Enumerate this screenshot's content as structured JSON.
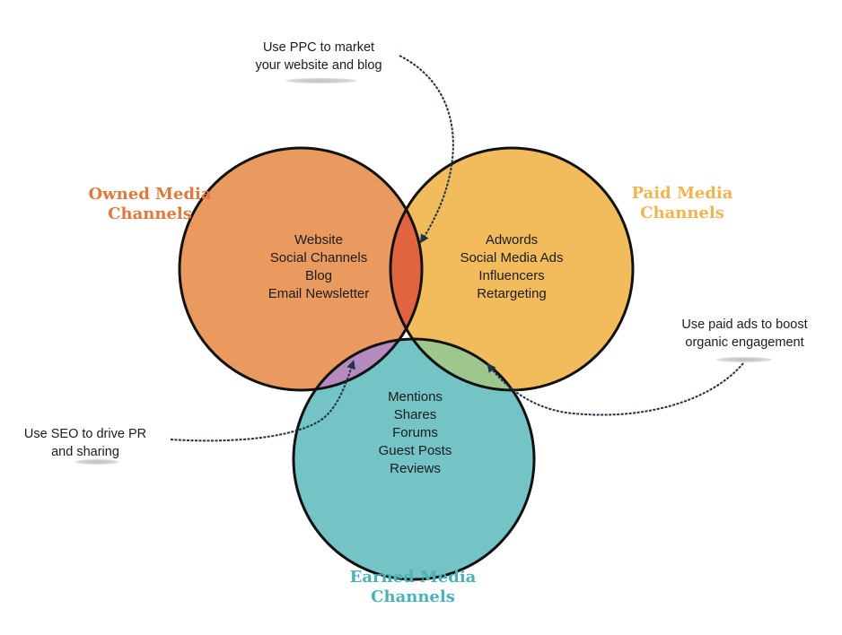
{
  "circles": {
    "owned": {
      "title_line1": "Owned Media",
      "title_line2": "Channels",
      "color": "#ea9a5e",
      "title_color": "#e07a3c",
      "items": [
        "Website",
        "Social Channels",
        "Blog",
        "Email Newsletter"
      ]
    },
    "paid": {
      "title_line1": "Paid Media",
      "title_line2": "Channels",
      "color": "#f2bc5c",
      "title_color": "#f0b550",
      "items": [
        "Adwords",
        "Social Media Ads",
        "Influencers",
        "Retargeting"
      ]
    },
    "earned": {
      "title_line1": "Earned Media",
      "title_line2": "Channels",
      "color": "#74c3c5",
      "title_color": "#4bb3b8",
      "items": [
        "Mentions",
        "Shares",
        "Forums",
        "Guest Posts",
        "Reviews"
      ]
    }
  },
  "overlaps": {
    "owned_paid": "#e0643f",
    "owned_earned": "#b58bbd",
    "paid_earned": "#9ec78e"
  },
  "annotations": {
    "ppc": {
      "line1": "Use PPC to market",
      "line2": "your website and blog"
    },
    "paid_ads": {
      "line1": "Use paid ads to boost",
      "line2": "organic engagement"
    },
    "seo": {
      "line1": "Use SEO to drive PR",
      "line2": "and sharing"
    }
  },
  "arrow_color": "#1f3347",
  "outline_color": "#111111"
}
